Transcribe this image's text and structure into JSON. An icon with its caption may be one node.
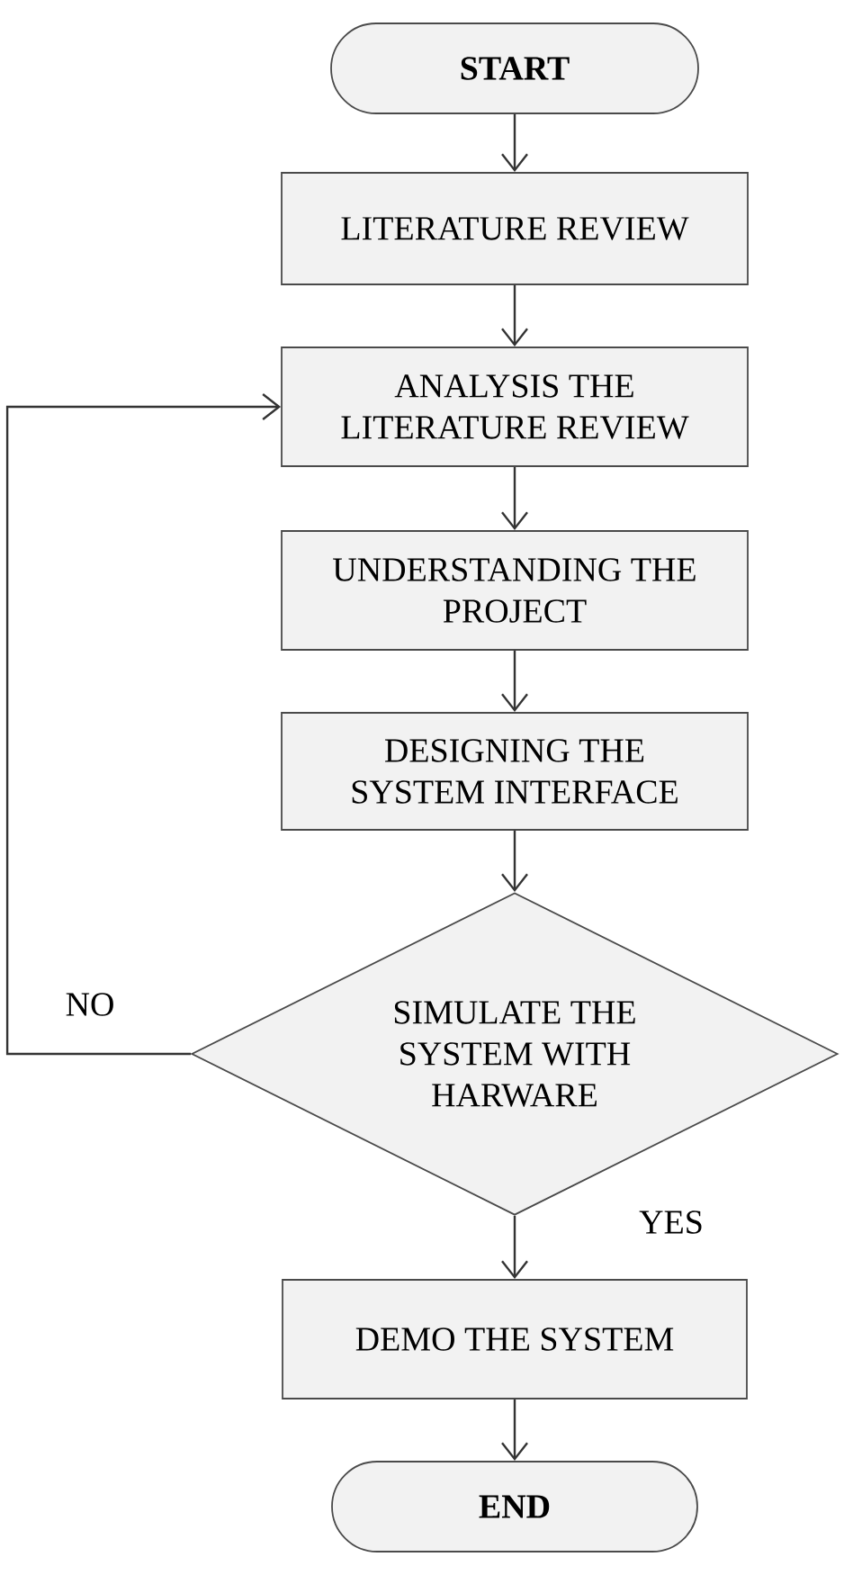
{
  "diagram": {
    "nodes": [
      {
        "text": [
          "START"
        ]
      },
      {
        "text": [
          "LITERATURE REVIEW"
        ]
      },
      {
        "text": [
          "ANALYSIS THE LITERATURE REVIEW"
        ]
      },
      {
        "text": [
          "UNDERSTANDING THE PROJECT"
        ]
      },
      {
        "text": [
          "DESIGNING THE SYSTEM INTERFACE"
        ]
      },
      {
        "text": [
          "SIMULATE THE SYSTEM WITH HARWARE"
        ]
      },
      {
        "text": [
          "DEMO THE SYSTEM"
        ]
      },
      {
        "text": [
          "END"
        ]
      }
    ],
    "edges": [
      {
        "from": 0,
        "to": 1,
        "arrow": "to"
      },
      {
        "from": 1,
        "to": 2,
        "arrow": "to"
      },
      {
        "from": 2,
        "to": 3,
        "arrow": "to"
      },
      {
        "from": 3,
        "to": 4,
        "arrow": "to"
      },
      {
        "from": 4,
        "to": 5,
        "arrow": "to"
      },
      {
        "from": 5,
        "to": 2,
        "arrow": "to",
        "label": "NO"
      },
      {
        "from": 5,
        "to": 6,
        "arrow": "to",
        "label": "YES"
      },
      {
        "from": 6,
        "to": 7,
        "arrow": "to"
      }
    ]
  }
}
